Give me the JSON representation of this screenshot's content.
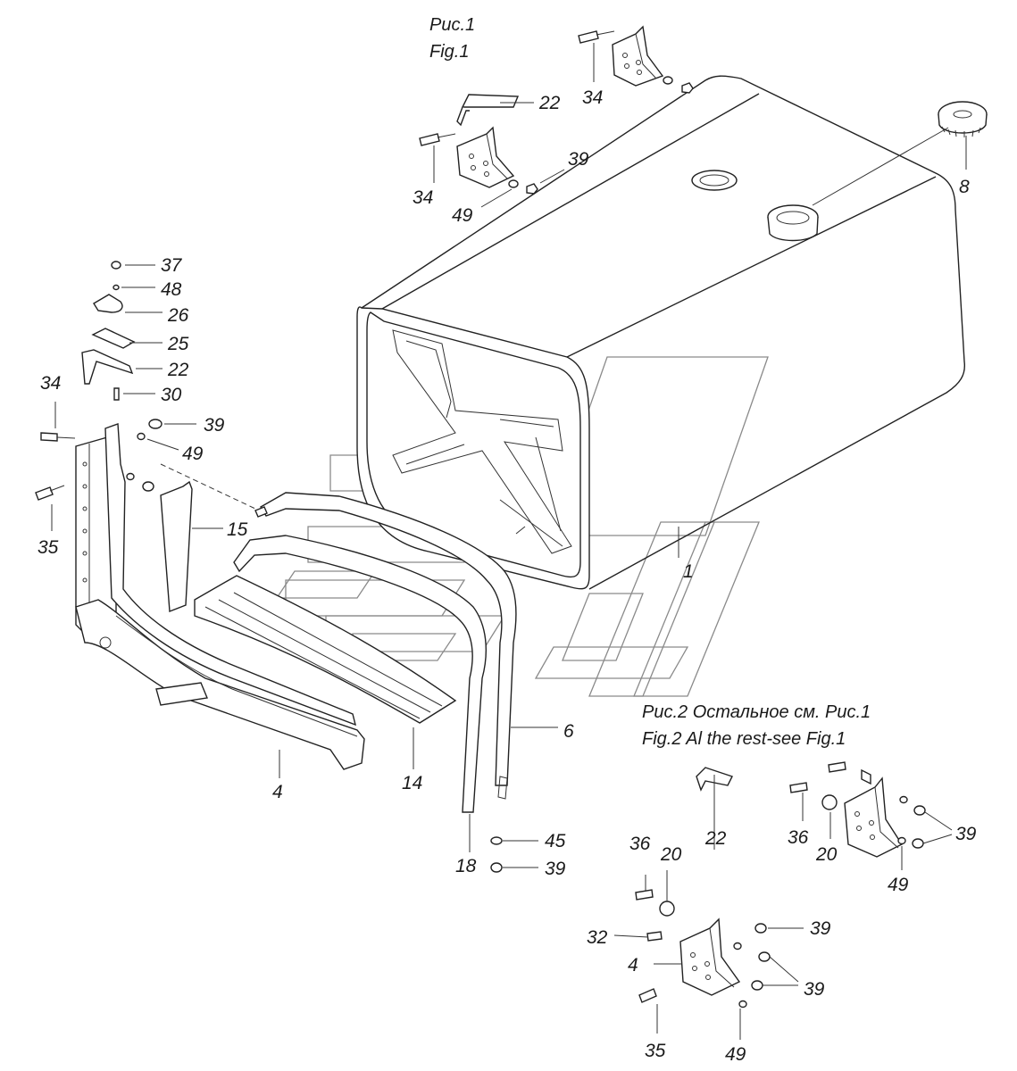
{
  "captions": {
    "fig1_ru": "Рис.1",
    "fig1_en": "Fig.1",
    "fig2_ru": "Рис.2 Остальное см. Рис.1",
    "fig2_en": "Fig.2 Al the rest-see Fig.1"
  },
  "callouts": [
    {
      "id": "c22a",
      "label": "22"
    },
    {
      "id": "c34a",
      "label": "34"
    },
    {
      "id": "c34b",
      "label": "34"
    },
    {
      "id": "c39a",
      "label": "39"
    },
    {
      "id": "c49a",
      "label": "49"
    },
    {
      "id": "c8",
      "label": "8"
    },
    {
      "id": "c37",
      "label": "37"
    },
    {
      "id": "c48",
      "label": "48"
    },
    {
      "id": "c26",
      "label": "26"
    },
    {
      "id": "c25",
      "label": "25"
    },
    {
      "id": "c22b",
      "label": "22"
    },
    {
      "id": "c30",
      "label": "30"
    },
    {
      "id": "c34c",
      "label": "34"
    },
    {
      "id": "c39b",
      "label": "39"
    },
    {
      "id": "c49b",
      "label": "49"
    },
    {
      "id": "c35a",
      "label": "35"
    },
    {
      "id": "c15",
      "label": "15"
    },
    {
      "id": "c1",
      "label": "1"
    },
    {
      "id": "c4a",
      "label": "4"
    },
    {
      "id": "c14",
      "label": "14"
    },
    {
      "id": "c6",
      "label": "6"
    },
    {
      "id": "c18",
      "label": "18"
    },
    {
      "id": "c45",
      "label": "45"
    },
    {
      "id": "c39c",
      "label": "39"
    },
    {
      "id": "c36a",
      "label": "36"
    },
    {
      "id": "c20a",
      "label": "20"
    },
    {
      "id": "c39d",
      "label": "39"
    },
    {
      "id": "c49c",
      "label": "49"
    },
    {
      "id": "c36b",
      "label": "36"
    },
    {
      "id": "c20b",
      "label": "20"
    },
    {
      "id": "c22c",
      "label": "22"
    },
    {
      "id": "c39e",
      "label": "39"
    },
    {
      "id": "c32",
      "label": "32"
    },
    {
      "id": "c4b",
      "label": "4"
    },
    {
      "id": "c39f",
      "label": "39"
    },
    {
      "id": "c35b",
      "label": "35"
    },
    {
      "id": "c49d",
      "label": "49"
    }
  ]
}
